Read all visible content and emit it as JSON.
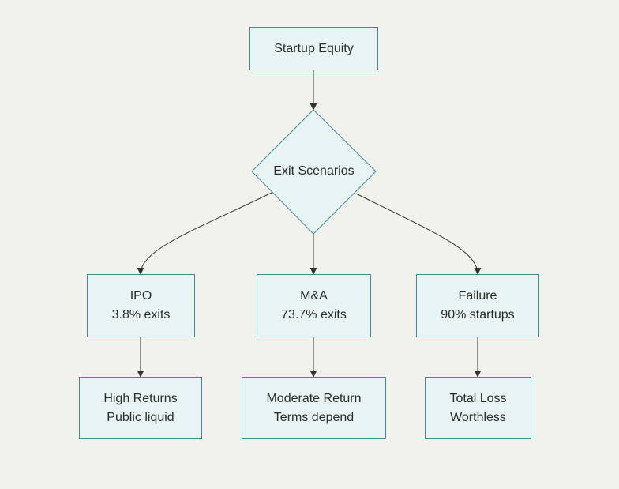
{
  "nodes": {
    "startup": {
      "label": "Startup Equity"
    },
    "exit": {
      "label": "Exit Scenarios"
    },
    "ipo": {
      "title": "IPO",
      "detail": "3.8% exits"
    },
    "ma": {
      "title": "M&A",
      "detail": "73.7% exits"
    },
    "failure": {
      "title": "Failure",
      "detail": "90% startups"
    },
    "high_returns": {
      "title": "High Returns",
      "detail": "Public liquid"
    },
    "moderate_return": {
      "title": "Moderate Return",
      "detail": "Terms depend"
    },
    "total_loss": {
      "title": "Total Loss",
      "detail": "Worthless"
    }
  },
  "colors": {
    "background": "#f2f2ed",
    "node_fill": "#e8f3f4",
    "node_border": "#3f8a97",
    "edge": "#333333"
  }
}
